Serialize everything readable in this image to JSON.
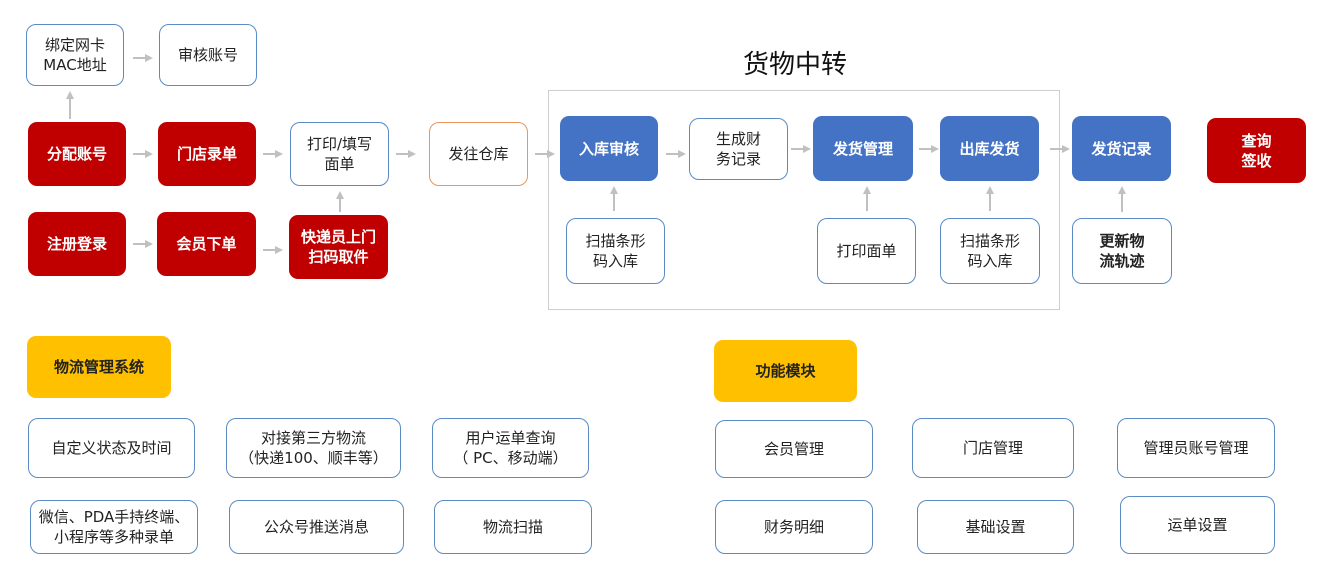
{
  "title": "货物中转",
  "flow": {
    "bind_nic_mac": "绑定网卡\nMAC地址",
    "review_account": "审核账号",
    "assign_account": "分配账号",
    "store_entry": "门店录单",
    "print_fill_sheet": "打印/填写\n面单",
    "send_to_warehouse": "发往仓库",
    "register_login": "注册登录",
    "member_order": "会员下单",
    "courier_pickup": "快递员上门\n扫码取件",
    "inbound_review": "入库审核",
    "generate_finance": "生成财\n务记录",
    "shipping_management": "发货管理",
    "outbound_shipping": "出库发货",
    "shipping_record": "发货记录",
    "query_sign": "查询\n签收",
    "scan_barcode_inbound_1": "扫描条形\n码入库",
    "print_sheet": "打印面单",
    "scan_barcode_inbound_2": "扫描条形\n码入库",
    "update_tracking": "更新物\n流轨迹"
  },
  "logistics_system": {
    "header": "物流管理系统",
    "items": [
      "自定义状态及时间",
      "对接第三方物流\n（快递100、顺丰等）",
      "用户运单查询\n（ PC、移动端）",
      "微信、PDA手持终端、\n小程序等多种录单",
      "公众号推送消息",
      "物流扫描"
    ]
  },
  "function_modules": {
    "header": "功能模块",
    "items": [
      "会员管理",
      "门店管理",
      "管理员账号管理",
      "财务明细",
      "基础设置",
      "运单设置"
    ]
  },
  "colors": {
    "red": "#c00000",
    "blue": "#4472c4",
    "yellow": "#ffc000",
    "border_blue": "#5b8bc4",
    "arrow_gray": "#c0c0c0"
  }
}
